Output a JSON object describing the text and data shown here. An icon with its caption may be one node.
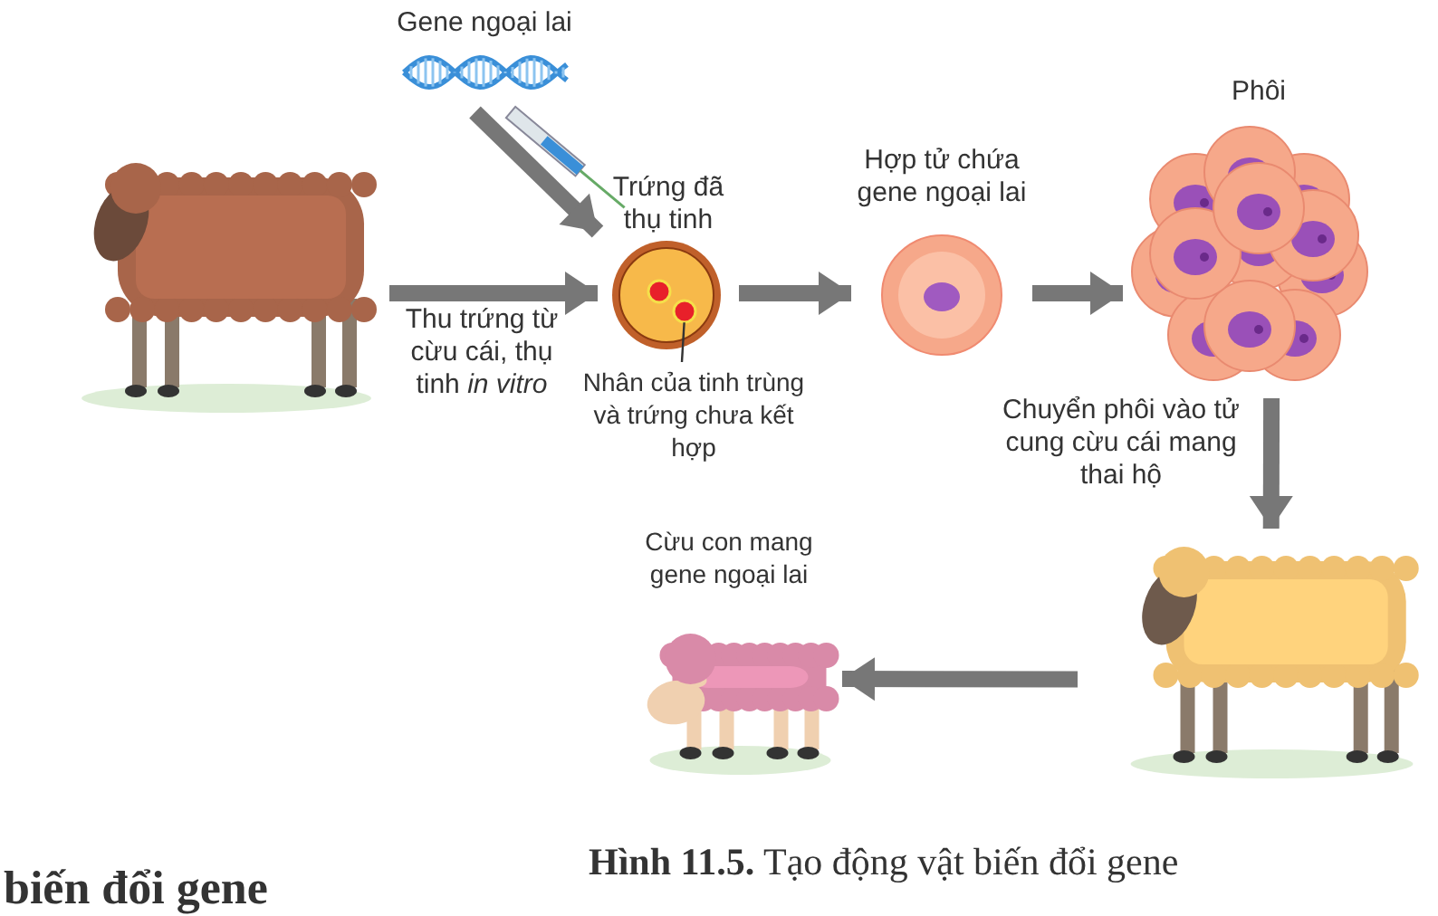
{
  "diagram": {
    "caption": "**Hình 11.5.** Tạo động vật biến đổi gene",
    "nodes": [
      {
        "text": [],
        "shape": "picture"
      },
      {
        "text": [
          "Gene ngoại lai"
        ]
      },
      {
        "text": [
          "Trứng đã thụ tinh"
        ]
      },
      {
        "text": [],
        "shape": "circle",
        "in": 2
      },
      {
        "text": [
          "Nhân của tinh trùng và trứng chưa kết hợp"
        ]
      },
      {
        "text": [
          "Hợp tử chứa gene ngoại lai"
        ]
      },
      {
        "text": [
          "Phôi"
        ]
      },
      {
        "text": [],
        "shape": "picture"
      },
      {
        "text": [
          "Cừu con mang gene ngoại lai"
        ]
      }
    ],
    "edges": [
      {
        "from": 0,
        "to": 2,
        "arrow": "to",
        "label": "Thu trứng từ cừu cái, thụ tinh *in vitro*"
      },
      {
        "from": 1,
        "to": 2,
        "arrow": "to"
      },
      {
        "from": 4,
        "to": 3,
        "arrow": "none"
      },
      {
        "from": 2,
        "to": 5,
        "arrow": "to"
      },
      {
        "from": 5,
        "to": 6,
        "arrow": "to"
      },
      {
        "from": 6,
        "to": 7,
        "arrow": "to",
        "label": "Chuyển phôi vào tử cung cừu cái mang thai hộ"
      },
      {
        "from": 7,
        "to": 8,
        "arrow": "to"
      }
    ],
    "labels": [
      "biến đổi gene"
    ]
  }
}
